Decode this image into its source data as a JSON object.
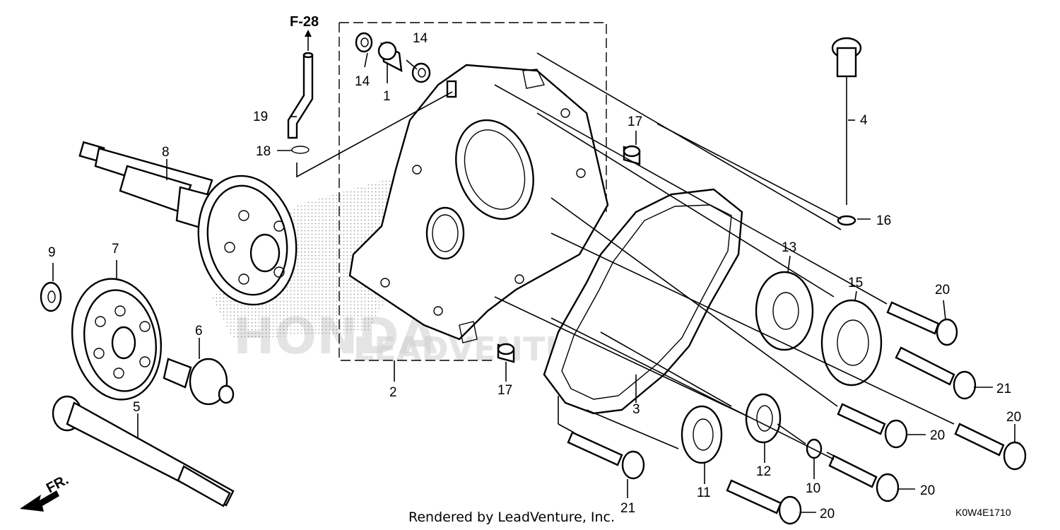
{
  "footer": {
    "rendered_by": "Rendered by LeadVenture, Inc.",
    "diagram_code": "K0W4E1710"
  },
  "watermark": {
    "brand": "HONDA",
    "vendor": "LEADVENTURE"
  },
  "reference": {
    "label": "F-28"
  },
  "direction_marker": {
    "label": "FR."
  },
  "callouts": [
    {
      "id": "1",
      "label": "1"
    },
    {
      "id": "2",
      "label": "2"
    },
    {
      "id": "3",
      "label": "3"
    },
    {
      "id": "4",
      "label": "4"
    },
    {
      "id": "5",
      "label": "5"
    },
    {
      "id": "6",
      "label": "6"
    },
    {
      "id": "7",
      "label": "7"
    },
    {
      "id": "8",
      "label": "8"
    },
    {
      "id": "9",
      "label": "9"
    },
    {
      "id": "10",
      "label": "10"
    },
    {
      "id": "11",
      "label": "11"
    },
    {
      "id": "12",
      "label": "12"
    },
    {
      "id": "13",
      "label": "13"
    },
    {
      "id": "14a",
      "label": "14"
    },
    {
      "id": "14b",
      "label": "14"
    },
    {
      "id": "15",
      "label": "15"
    },
    {
      "id": "16",
      "label": "16"
    },
    {
      "id": "17a",
      "label": "17"
    },
    {
      "id": "17b",
      "label": "17"
    },
    {
      "id": "18",
      "label": "18"
    },
    {
      "id": "19",
      "label": "19"
    },
    {
      "id": "20a",
      "label": "20"
    },
    {
      "id": "20b",
      "label": "20"
    },
    {
      "id": "20c",
      "label": "20"
    },
    {
      "id": "20d",
      "label": "20"
    },
    {
      "id": "20e",
      "label": "20"
    },
    {
      "id": "21a",
      "label": "21"
    },
    {
      "id": "21b",
      "label": "21"
    }
  ]
}
